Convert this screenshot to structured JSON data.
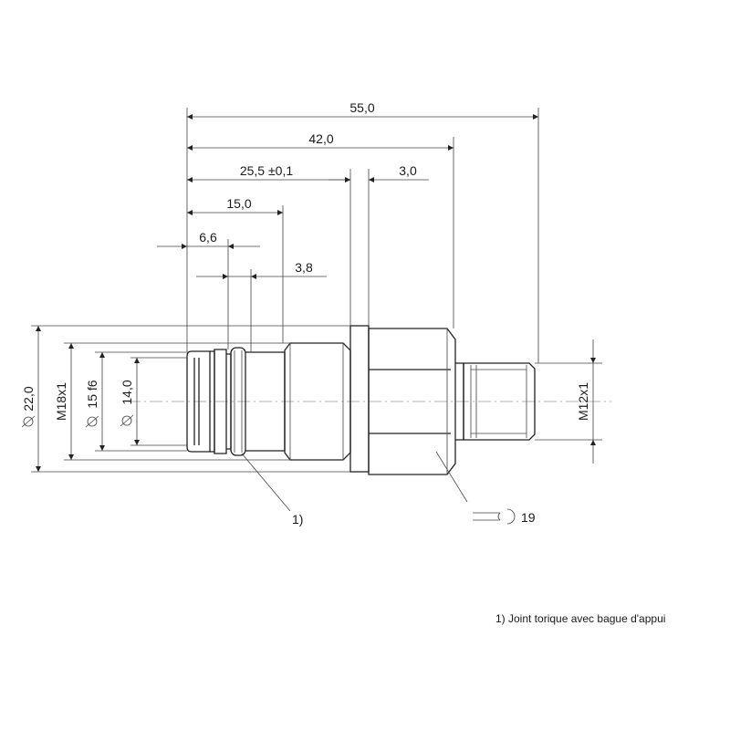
{
  "dimensions": {
    "overall_length": "55,0",
    "length_to_connector": "42,0",
    "length_to_flange": "25,5 ±0,1",
    "flange_thickness": "3,0",
    "thread_length": "15,0",
    "groove_offset": "6,6",
    "groove_width": "3,8",
    "diameter_flange": "22,0",
    "thread_main": "M18x1",
    "diameter_fit": "15 f6",
    "diameter_nose": "14,0",
    "thread_connector": "M12x1",
    "wrench_size": "19",
    "callout": "1)"
  },
  "footnote": "1) Joint torique avec bague d'appui"
}
